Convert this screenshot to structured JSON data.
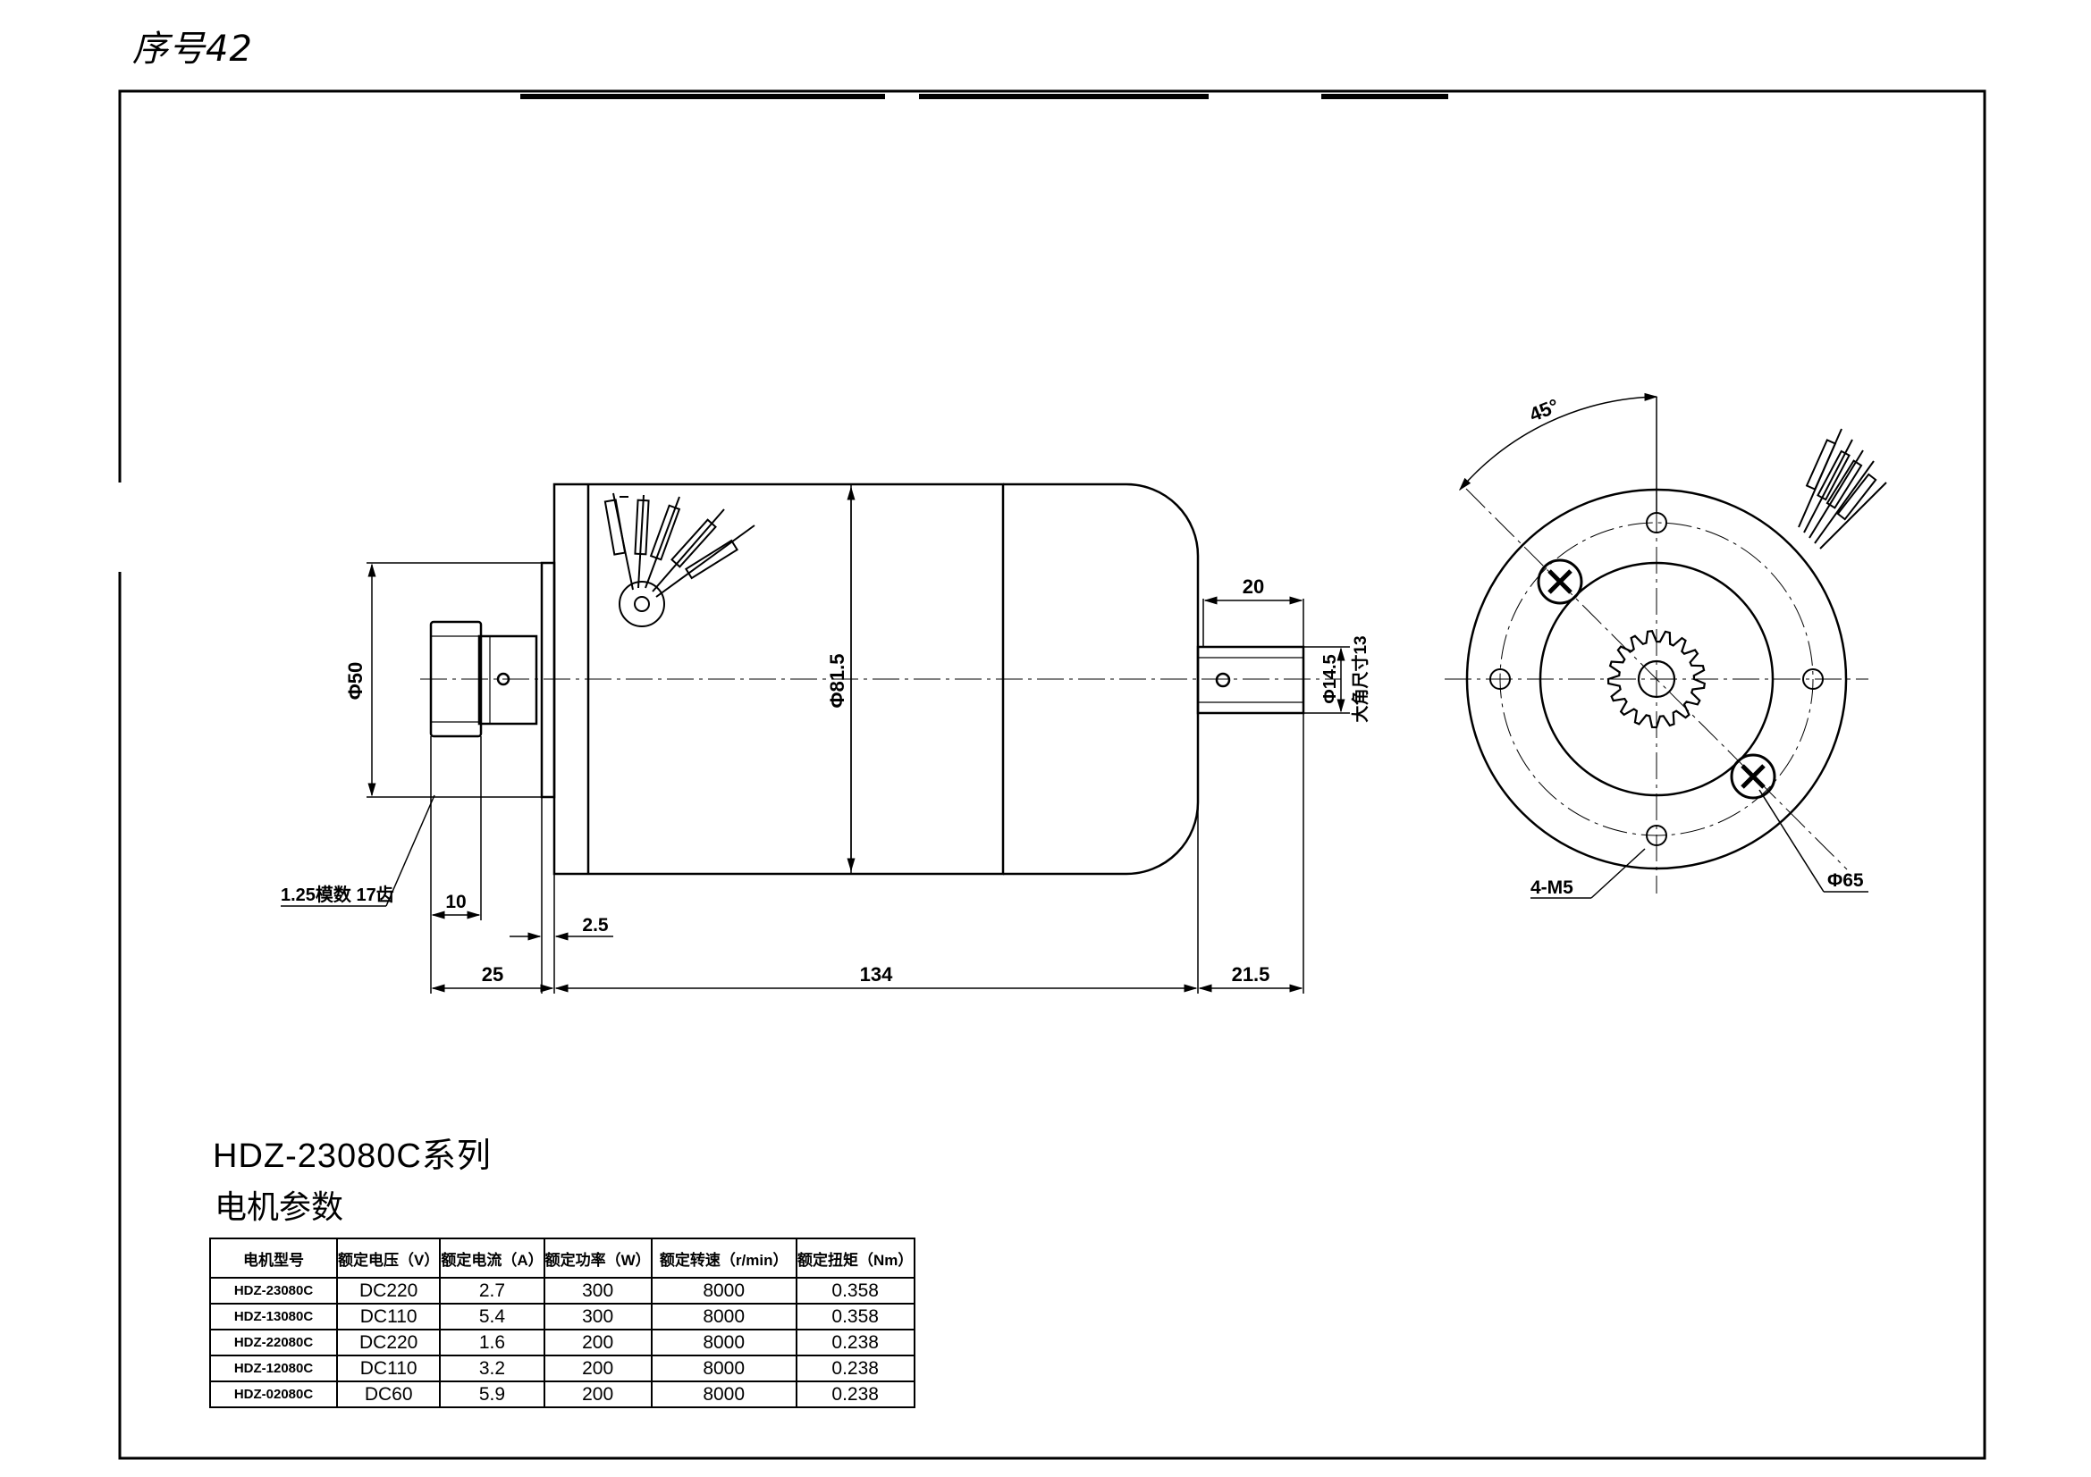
{
  "serial": "序号42",
  "series_title": "HDZ-23080C系列",
  "params_title": "电机参数",
  "side_view": {
    "dim_flange_dia": "Φ50",
    "dim_body_dia": "Φ81.5",
    "dim_shaft_dia": "Φ14.5",
    "note_shaft": "大角尺寸13",
    "dim_shaft_len": "20",
    "dim_gear_len": "10",
    "dim_flange_thk": "2.5",
    "dim_rear": "25",
    "dim_body_len": "134",
    "dim_shaft_ext": "21.5",
    "note_gear": "1.25模数 17齿"
  },
  "end_view": {
    "angle": "45°",
    "holes": "4-M5",
    "pcd": "Φ65"
  },
  "table": {
    "headers": [
      "电机型号",
      "额定电压（V）",
      "额定电流（A）",
      "额定功率（W）",
      "额定转速（r/min）",
      "额定扭矩（Nm）"
    ],
    "rows": [
      [
        "HDZ-23080C",
        "DC220",
        "2.7",
        "300",
        "8000",
        "0.358"
      ],
      [
        "HDZ-13080C",
        "DC110",
        "5.4",
        "300",
        "8000",
        "0.358"
      ],
      [
        "HDZ-22080C",
        "DC220",
        "1.6",
        "200",
        "8000",
        "0.238"
      ],
      [
        "HDZ-12080C",
        "DC110",
        "3.2",
        "200",
        "8000",
        "0.238"
      ],
      [
        "HDZ-02080C",
        "DC60",
        "5.9",
        "200",
        "8000",
        "0.238"
      ]
    ]
  }
}
